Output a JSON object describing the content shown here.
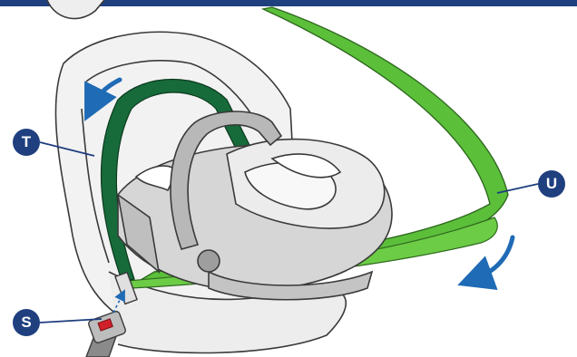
{
  "callouts": {
    "t": "T",
    "u": "U",
    "s": "S"
  },
  "colors": {
    "banner": "#1f3f7f",
    "belt_light": "#5bbf3a",
    "belt_dark": "#176b3a",
    "arrow": "#1f6bb5",
    "outline": "#3a3a3a",
    "seat_gray": "#e9e9e9",
    "carrier_gray": "#cfcfcf",
    "buckle_red": "#d0202a"
  },
  "icons": {
    "top-banner": "bar",
    "arrow-left-top": "curved-arrow",
    "arrow-right-bottom": "curved-arrow"
  }
}
